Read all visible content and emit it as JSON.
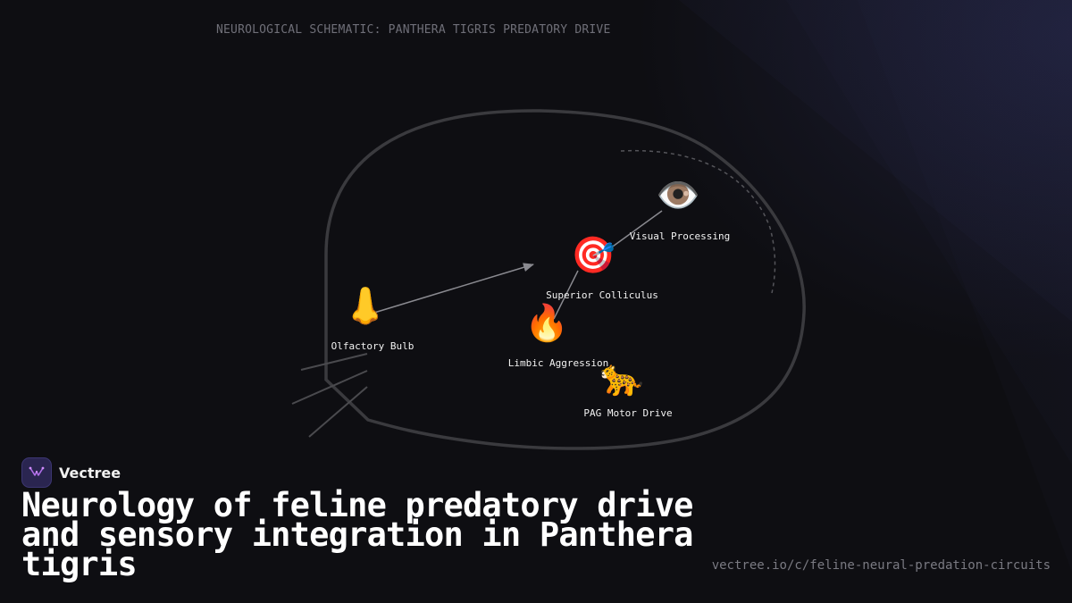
{
  "header": {
    "schematic_title": "NEUROLOGICAL SCHEMATIC: PANTHERA TIGRIS PREDATORY DRIVE"
  },
  "diagram": {
    "nodes": [
      {
        "id": "olfactory",
        "icon": "nose-icon",
        "glyph": "👃",
        "label": "Olfactory Bulb"
      },
      {
        "id": "visual",
        "icon": "eye-icon",
        "glyph": "👁️",
        "label": "Visual Processing"
      },
      {
        "id": "colliculus",
        "icon": "target-icon",
        "glyph": "🎯",
        "label": "Superior Colliculus"
      },
      {
        "id": "limbic",
        "icon": "fire-icon",
        "glyph": "🔥",
        "label": "Limbic Aggression"
      },
      {
        "id": "pag",
        "icon": "leopard-icon",
        "glyph": "🐆",
        "label": "PAG Motor Drive"
      }
    ]
  },
  "brand": {
    "name": "Vectree"
  },
  "footer": {
    "headline": "Neurology of feline predatory drive and sensory integration in Panthera tigris",
    "url": "vectree.io/c/feline-neural-predation-circuits"
  },
  "colors": {
    "background": "#0e0e12",
    "outline": "#3a3a3e",
    "arrow": "#8a8a90",
    "accent": "#2a2550"
  }
}
